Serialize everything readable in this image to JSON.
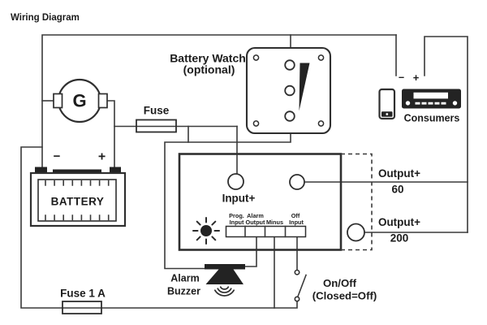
{
  "title": "Wiring Diagram",
  "colors": {
    "ink": "#3a3a3a",
    "text": "#1c1c1c",
    "component_fill": "#232323",
    "background": "#ffffff"
  },
  "generator": {
    "label": "G"
  },
  "battery": {
    "label": "BATTERY",
    "minus": "−",
    "plus": "+"
  },
  "fuse_main": {
    "label": "Fuse"
  },
  "fuse_bottom": {
    "label": "Fuse 1 A"
  },
  "battery_watch": {
    "line1": "Battery Watch",
    "line2": "(optional)"
  },
  "consumers": {
    "label": "Consumers",
    "minus": "−",
    "plus": "+"
  },
  "controller": {
    "input_label": "Input+",
    "terminals": {
      "t1_line1": "Prog.",
      "t1_line2": "Input",
      "t2_line1": "Alarm",
      "t2_line2": "Output",
      "t3": "Minus",
      "t4_line1": "Off",
      "t4_line2": "Input"
    },
    "output60": {
      "label": "Output+",
      "value": "60"
    },
    "output200": {
      "label": "Output+",
      "value": "200"
    }
  },
  "buzzer": {
    "line1": "Alarm",
    "line2": "Buzzer"
  },
  "switch": {
    "line1": "On/Off",
    "line2": "(Closed=Off)"
  }
}
